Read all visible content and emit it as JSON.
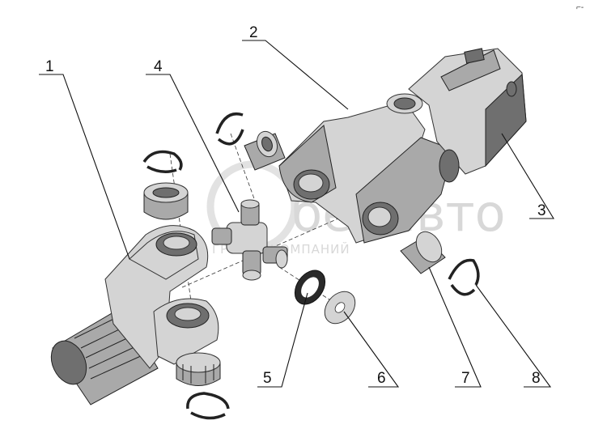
{
  "watermark": {
    "brand": "белавто",
    "subtitle": "ГРУППА КОМПАНИЙ"
  },
  "callouts": [
    "1",
    "2",
    "3",
    "4",
    "5",
    "6",
    "7",
    "8"
  ],
  "corner_mark": "⌐-"
}
